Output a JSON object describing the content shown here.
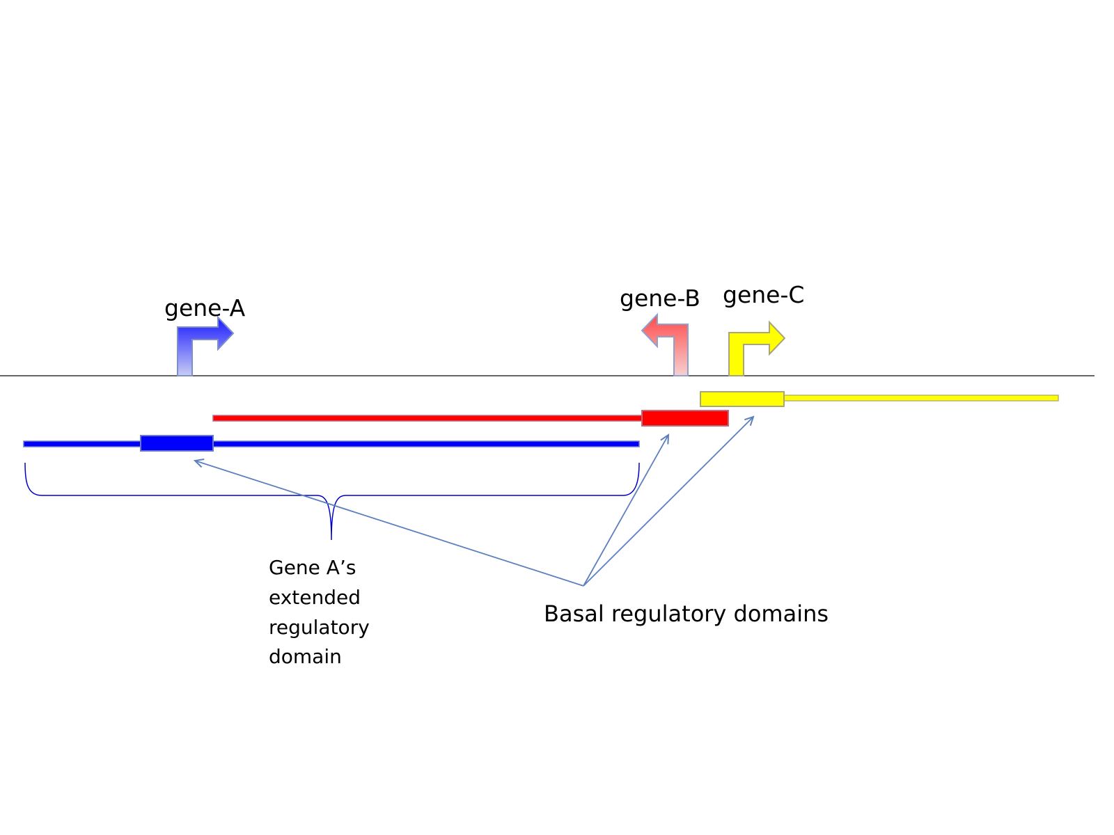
{
  "genes": {
    "a": {
      "label": "gene-A",
      "color": "#0000ff"
    },
    "b": {
      "label": "gene-B",
      "color": "#ff0000"
    },
    "c": {
      "label": "gene-C",
      "color": "#ffff00"
    }
  },
  "annotations": {
    "extended_domain_lines": [
      "Gene A’s",
      "extended",
      "regulatory",
      "domain"
    ],
    "basal_domains": "Basal regulatory domains"
  },
  "colors": {
    "arrow_line": "#5b7fbf",
    "baseline": "#000000",
    "brace": "#0000cc"
  }
}
